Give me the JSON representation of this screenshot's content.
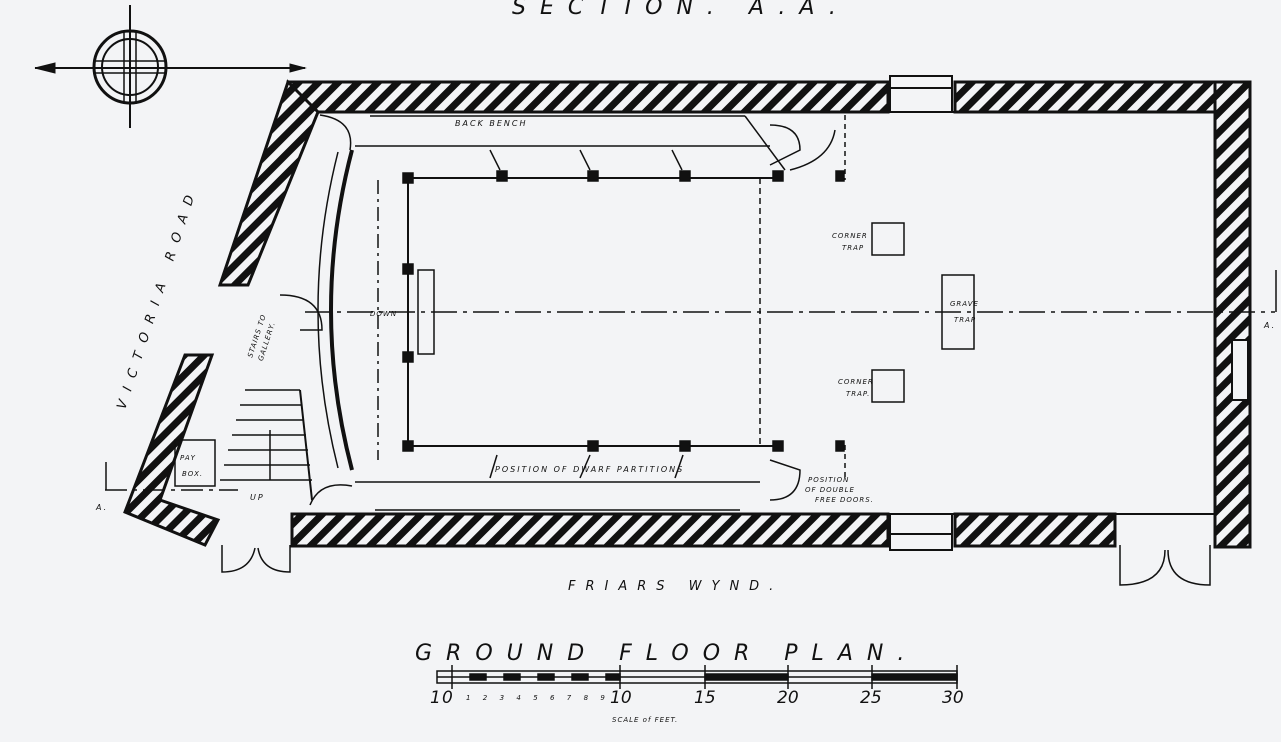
{
  "header": {
    "section_label": "SECTION. A.A."
  },
  "title": "GROUND FLOOR PLAN.",
  "streets": {
    "victoria": "VICTORIA ROAD",
    "friars": "FRIARS WYND."
  },
  "labels": {
    "back_bench": "BACK BENCH",
    "corner_trap_top_1": "CORNER",
    "corner_trap_top_2": "TRAP",
    "corner_trap_bottom_1": "CORNER",
    "corner_trap_bottom_2": "TRAP.",
    "grave_trap_1": "GRAVE",
    "grave_trap_2": "TRAP",
    "down": "DOWN",
    "stairs_1": "STAIRS TO",
    "stairs_2": "GALLERY.",
    "pay_box_1": "PAY",
    "pay_box_2": "BOX.",
    "up": "UP",
    "dwarf_partitions": "POSITION OF DWARF PARTITIONS",
    "double_doors_1": "POSITION",
    "double_doors_2": "OF DOUBLE",
    "double_doors_3": "FREE DOORS.",
    "section_marker_left": "A.",
    "section_marker_right": "A."
  },
  "scale": {
    "caption": "SCALE of FEET.",
    "major_ticks": [
      "1",
      "0",
      "10",
      "15",
      "20",
      "25",
      "30"
    ],
    "minor_ticks": [
      "1",
      "2",
      "3",
      "4",
      "5",
      "6",
      "7",
      "8",
      "9"
    ]
  },
  "colors": {
    "ink": "#111111",
    "paper": "#f3f4f6"
  },
  "icons": {
    "compass": "compass-rose-icon"
  }
}
